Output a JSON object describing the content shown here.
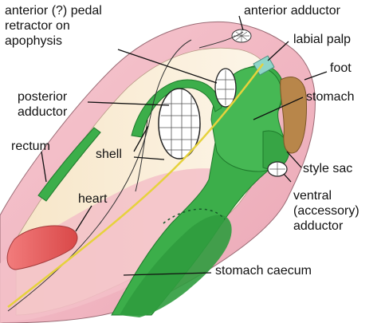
{
  "labels": {
    "anterior_pedal_retractor": "anterior (?) pedal\nretractor on\napophysis",
    "anterior_adductor": "anterior adductor",
    "labial_palp": "labial palp",
    "foot": "foot",
    "posterior_adductor": "posterior\nadductor",
    "stomach": "stomach",
    "rectum": "rectum",
    "shell": "shell",
    "style_sac": "style sac",
    "heart": "heart",
    "ventral_adductor": "ventral\n(accessory)\nadductor",
    "stomach_caecum": "stomach caecum"
  },
  "colors": {
    "mantle_pink": "#f0b8c2",
    "body_cream": "#fbf0de",
    "gut_green": "#3cae4a",
    "gut_dark": "#1f7a2c",
    "heart_red": "#e85f5f",
    "foot_brown": "#b8864a",
    "palp_teal": "#8fd6c8",
    "leader_line": "#111111",
    "nerve_yellow": "#e6d23c"
  }
}
